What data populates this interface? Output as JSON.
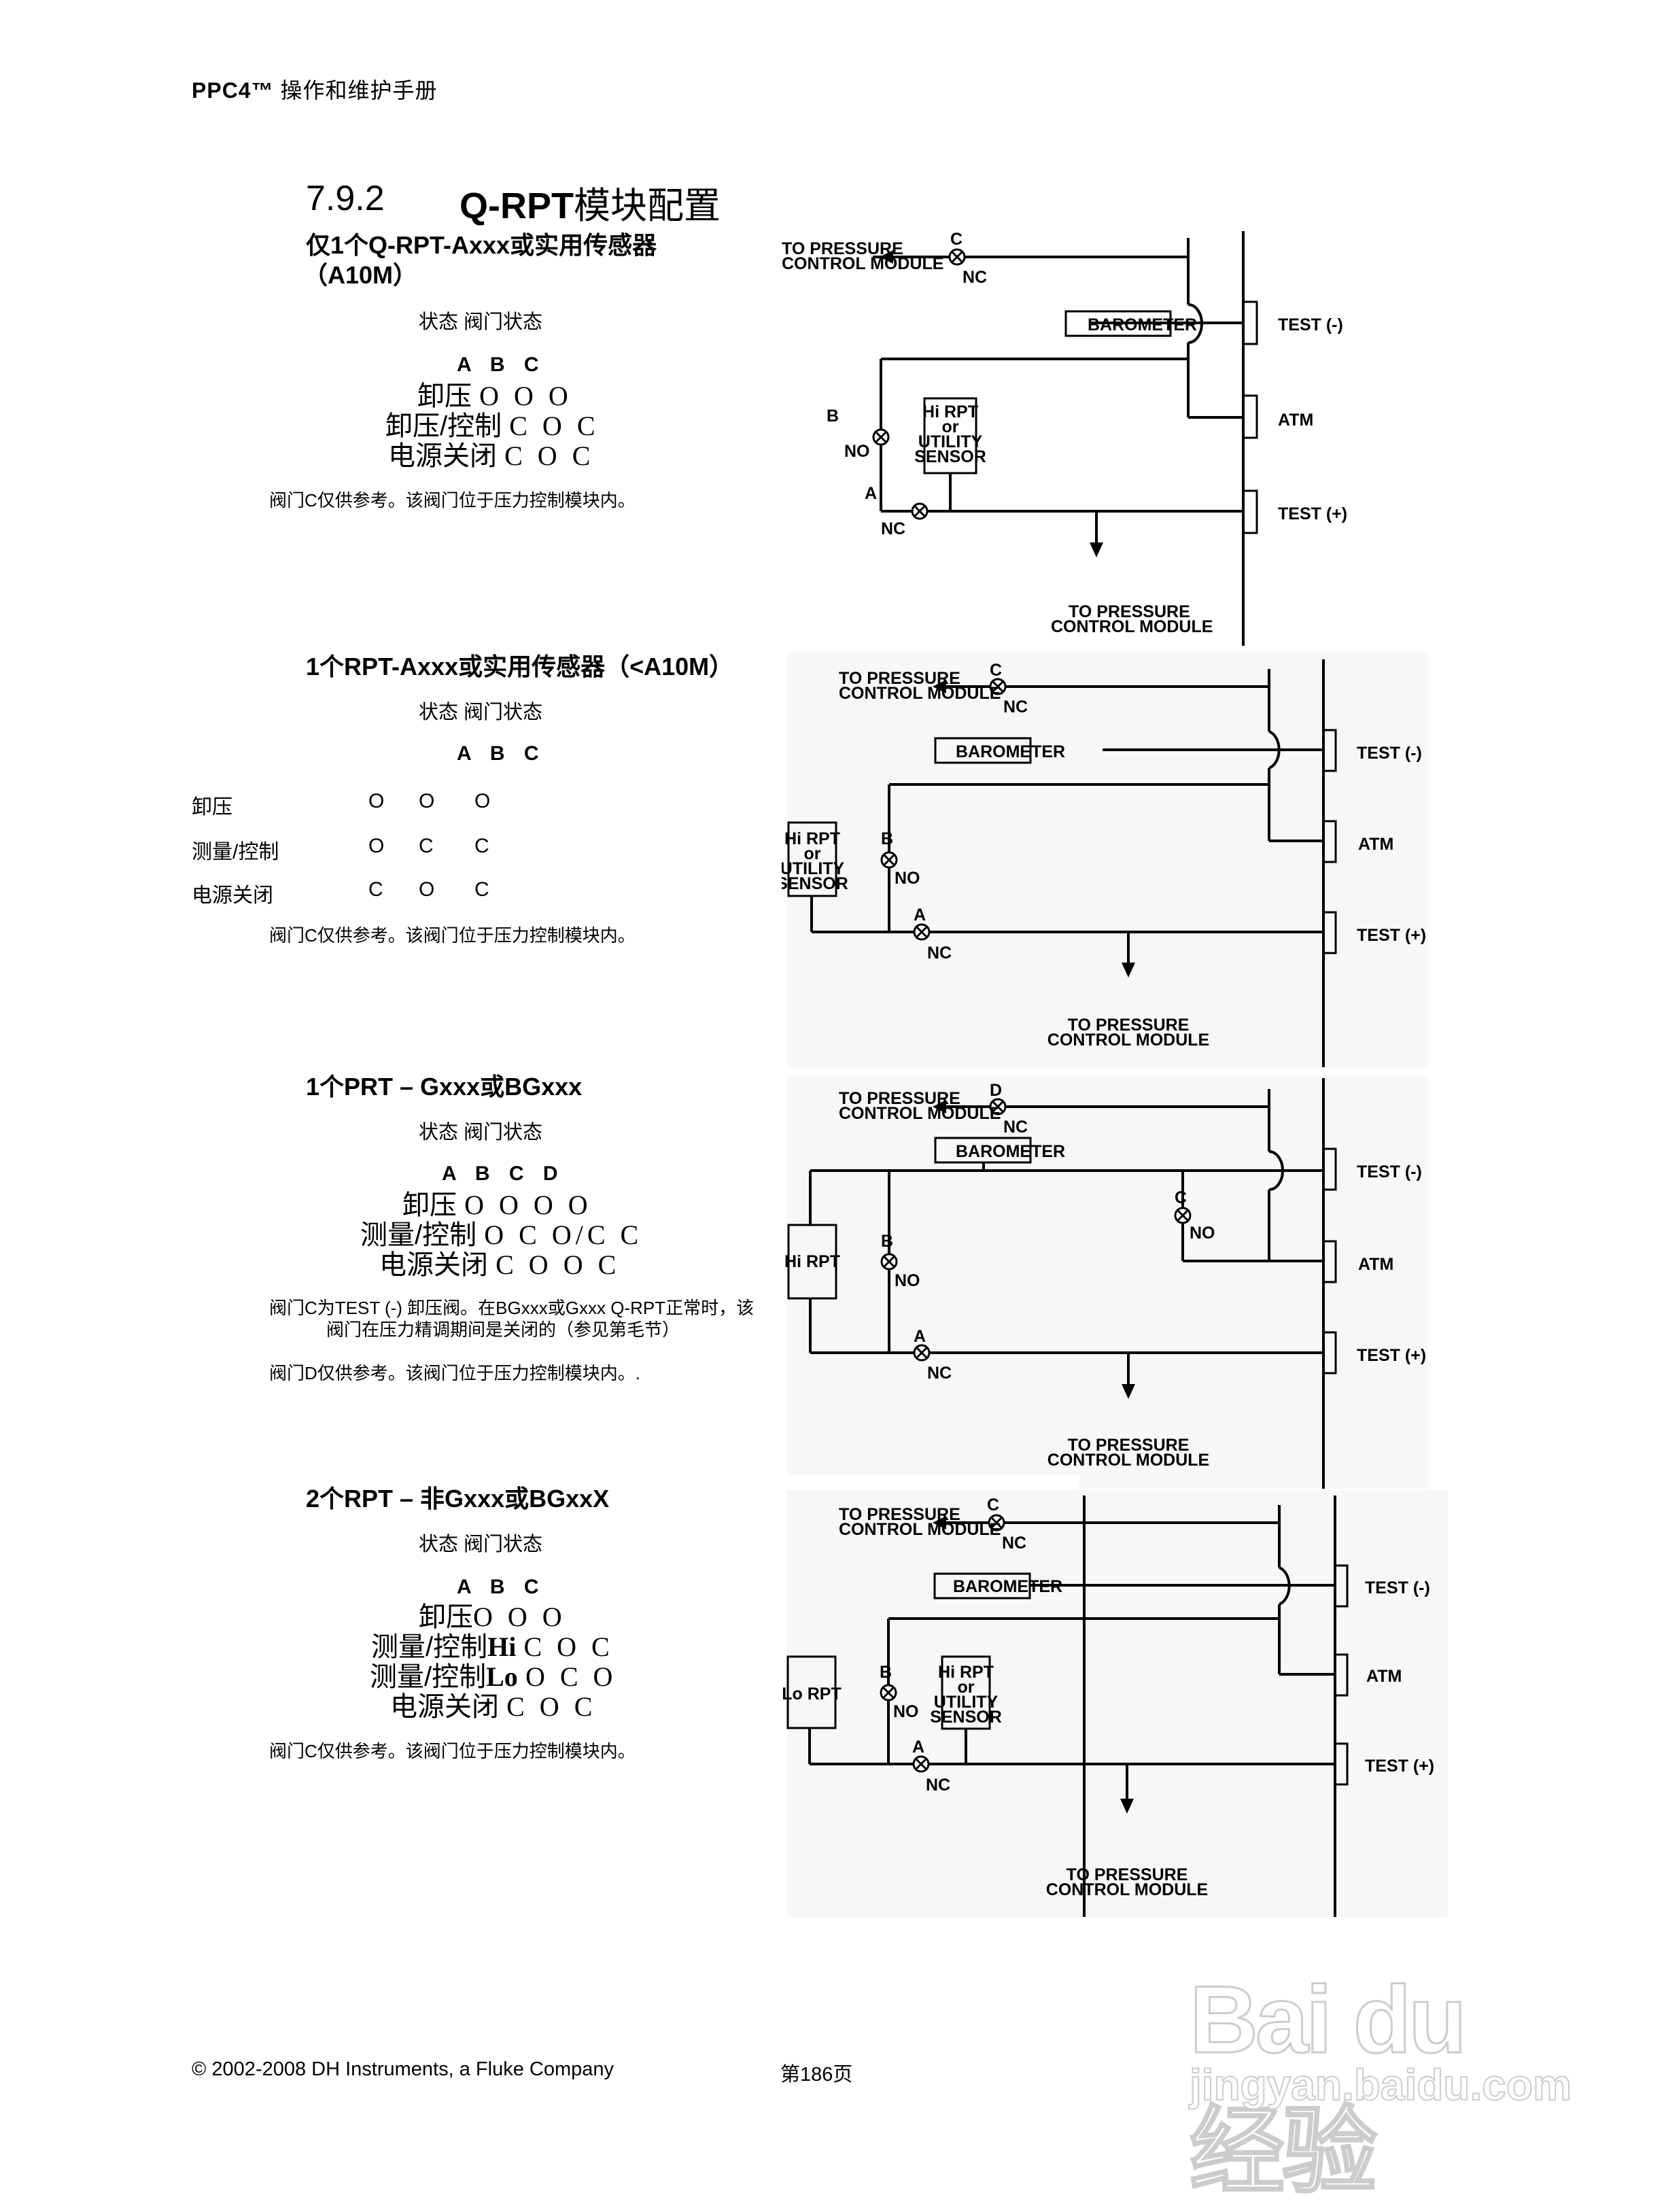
{
  "header": {
    "product": "PPC4™",
    "title": "操作和维护手册"
  },
  "section": {
    "number": "7.9.2",
    "title_latin": "Q-RPT",
    "title_cn": "模块配置"
  },
  "common": {
    "state_header": "状态  阀门状态",
    "to_pcm_line1": "TO PRESSURE",
    "to_pcm_line2": "CONTROL MODULE",
    "barometer": "BAROMETER",
    "test_minus": "TEST (-)",
    "atm": "ATM",
    "test_plus": "TEST (+)",
    "nc": "NC",
    "no": "NO",
    "hi_rpt": "Hi RPT",
    "or": "or",
    "utility": "UTILITY",
    "sensor": "SENSOR",
    "lo_rpt": "Lo RPT"
  },
  "configs": [
    {
      "title_line1": "仅1个Q-RPT-Axxx或实用传感器",
      "title_line2": "（A10M）",
      "valves_header": "A B C",
      "rows": [
        {
          "state": "卸压",
          "values": "O O O"
        },
        {
          "state": "卸压/控制",
          "values": "C O C"
        },
        {
          "state": "电源关闭",
          "values": "C O C"
        }
      ],
      "notes": [
        "阀门C仅供参考。该阀门位于压力控制模块内。"
      ],
      "diagram": {
        "valves": [
          "A",
          "B",
          "C"
        ],
        "sensor": "Hi RPT or UTILITY SENSOR"
      }
    },
    {
      "title_line1": "1个RPT-Axxx或实用传感器（<A10M）",
      "valves_header": "A B C",
      "rows": [
        {
          "state": "卸压",
          "values": [
            "O",
            "O",
            "O"
          ]
        },
        {
          "state": "测量/控制",
          "values": [
            "O",
            "C",
            "C"
          ]
        },
        {
          "state": "电源关闭",
          "values": [
            "C",
            "O",
            "C"
          ]
        }
      ],
      "notes": [
        "阀门C仅供参考。该阀门位于压力控制模块内。"
      ],
      "diagram": {
        "valves": [
          "A",
          "B",
          "C"
        ],
        "sensor": "Hi RPT or UTILITY SENSOR"
      }
    },
    {
      "title_line1": "1个PRT – Gxxx或BGxxx",
      "valves_header": "A B C D",
      "rows": [
        {
          "state": "卸压",
          "values": "O O O O"
        },
        {
          "state": "测量/控制",
          "values": "O C O/C C"
        },
        {
          "state": "电源关闭",
          "values": "C O O C"
        }
      ],
      "notes": [
        "阀门C为TEST (-) 卸压阀。在BGxxx或Gxxx Q-RPT正常时，该",
        "阀门在压力精调期间是关闭的（参见第毛节）",
        "阀门D仅供参考。该阀门位于压力控制模块内。."
      ],
      "diagram": {
        "valves": [
          "A",
          "B",
          "C",
          "D"
        ],
        "sensor": "Hi RPT"
      }
    },
    {
      "title_line1": "2个RPT – 非Gxxx或BGxxX",
      "valves_header": "A B C",
      "rows": [
        {
          "state": "卸压",
          "values": "O O O"
        },
        {
          "state": "测量/控制",
          "suffix": "Hi",
          "values": "C O C"
        },
        {
          "state": "测量/控制",
          "suffix": "Lo",
          "values": "O C O"
        },
        {
          "state": "电源关闭",
          "values": "C O C"
        }
      ],
      "notes": [
        "阀门C仅供参考。该阀门位于压力控制模块内。"
      ],
      "diagram": {
        "valves": [
          "A",
          "B",
          "C"
        ],
        "sensors": [
          "Lo RPT",
          "Hi RPT or UTILITY SENSOR"
        ]
      }
    }
  ],
  "footer": {
    "copyright": "© 2002-2008 DH Instruments, a Fluke Company",
    "page": "第186页"
  },
  "watermark": {
    "brand": "Bai du 经验",
    "url": "jingyan.baidu.com"
  }
}
